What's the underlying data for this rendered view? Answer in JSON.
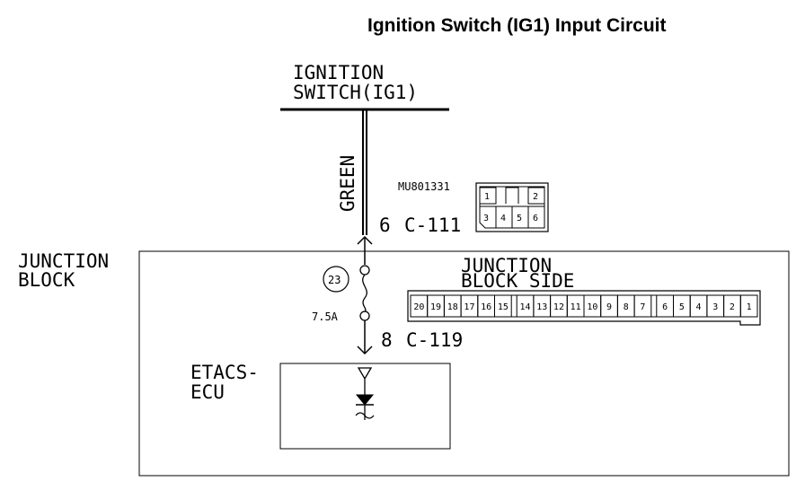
{
  "title": "Ignition Switch (IG1) Input Circuit",
  "ignition_switch": {
    "line1": "IGNITION",
    "line2": "SWITCH(IG1)"
  },
  "wire_color": "GREEN",
  "connector_part_no": "MU801331",
  "connector_c111": {
    "pin": "6",
    "id": "C-111",
    "top_pins": [
      "1",
      "2"
    ],
    "bottom_pins": [
      "3",
      "4",
      "5",
      "6"
    ]
  },
  "junction_block": {
    "line1": "JUNCTION",
    "line2": "BLOCK"
  },
  "fuse": {
    "number": "23",
    "rating": "7.5A"
  },
  "junction_block_side": {
    "line1": "JUNCTION",
    "line2": "BLOCK SIDE",
    "pins": [
      "20",
      "19",
      "18",
      "17",
      "16",
      "15",
      "14",
      "13",
      "12",
      "11",
      "10",
      "9",
      "8",
      "7",
      "6",
      "5",
      "4",
      "3",
      "2",
      "1"
    ]
  },
  "connector_c119": {
    "pin": "8",
    "id": "C-119"
  },
  "etacs_ecu": {
    "line1": "ETACS-",
    "line2": "ECU"
  }
}
